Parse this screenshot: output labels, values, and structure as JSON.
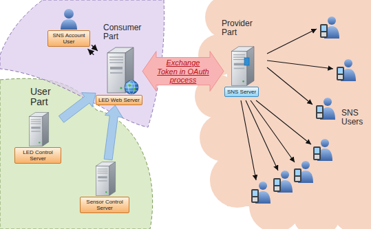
{
  "diagram": {
    "nodes": [
      {
        "text": [
          "SNS Account User"
        ]
      },
      {
        "text": [
          "LED Web Server"
        ]
      },
      {
        "text": [
          "LED Control Server"
        ]
      },
      {
        "text": [
          "Sensor Control Server"
        ]
      },
      {
        "text": [
          "SNS Server"
        ]
      }
    ],
    "edges": [
      {
        "from": 0,
        "to": 1,
        "arrow": "to"
      },
      {
        "from": 1,
        "to": 0,
        "arrow": "to"
      },
      {
        "from": 2,
        "to": 1,
        "arrow": "to"
      },
      {
        "from": 3,
        "to": 1,
        "arrow": "to"
      },
      {
        "from": 1,
        "to": 4,
        "label": "Exchange Token in OAuth process",
        "arrow": "both"
      }
    ],
    "labels": [
      "Consumer Part",
      "User Part",
      "Provider Part",
      "SNS Users"
    ]
  }
}
